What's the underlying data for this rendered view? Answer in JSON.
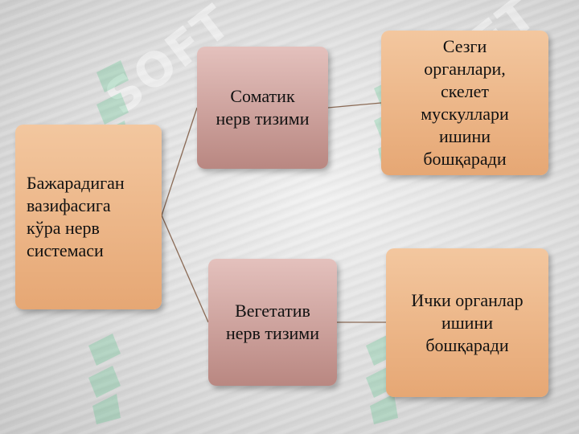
{
  "diagram": {
    "root": {
      "label": "Бажарадиган\nвазифасига\nкўра нерв\nсистемаси"
    },
    "branches": [
      {
        "label": "Соматик\nнерв тизими",
        "description": "Сезги\nорганлари,\nскелет\nмускуллари\nишини\nбошқаради"
      },
      {
        "label": "Вегетатив\nнерв тизими",
        "description": "Ички органлар\nишини\nбошқаради"
      }
    ]
  },
  "watermark": {
    "text": "SOFT"
  },
  "colors": {
    "orange_box": "#eab584",
    "rose_box": "#c99c97",
    "connector": "#8a6a55"
  }
}
